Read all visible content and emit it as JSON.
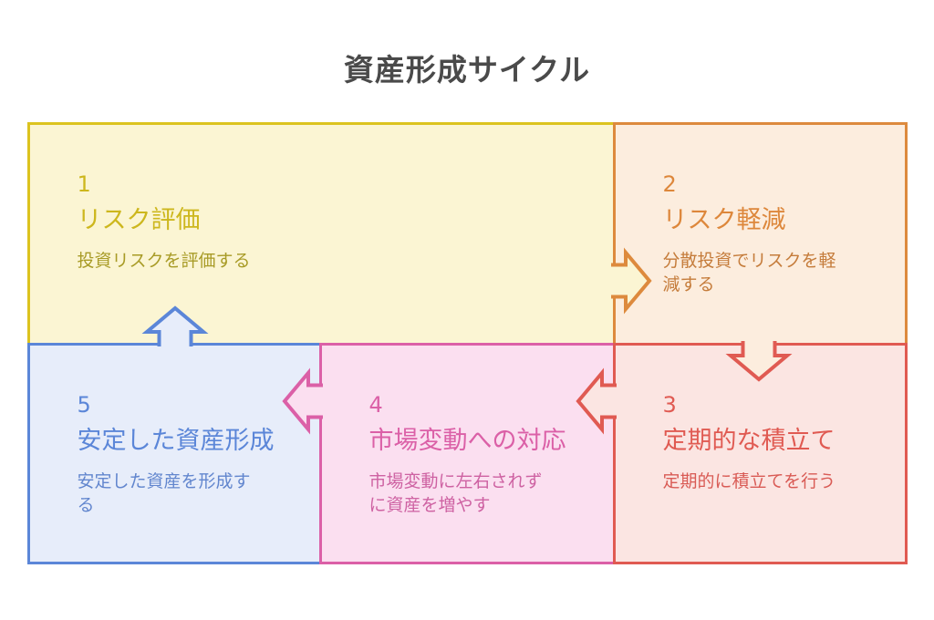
{
  "page": {
    "background_color": "#FFFFFF"
  },
  "title": {
    "text": "資産形成サイクル",
    "color": "#4A4A4A"
  },
  "blocks": [
    {
      "number": "1",
      "title": "リスク評価",
      "description": "投資リスクを評価する",
      "colors": {
        "bg": "#FBF5D3",
        "border": "#DCC31F",
        "number": "#CDB71D",
        "title": "#CDB71D",
        "description": "#A89B26"
      }
    },
    {
      "number": "2",
      "title": "リスク軽減",
      "description": "分散投資でリスクを軽減する",
      "colors": {
        "bg": "#FCEDDE",
        "border": "#DD8A3D",
        "number": "#DD873B",
        "title": "#DD873B",
        "description": "#C57C3B"
      }
    },
    {
      "number": "3",
      "title": "定期的な積立て",
      "description": "定期的に積立てを行う",
      "colors": {
        "bg": "#FBE5E2",
        "border": "#E05A52",
        "number": "#E05A52",
        "title": "#E05A52",
        "description": "#D95B55"
      }
    },
    {
      "number": "4",
      "title": "市場変動への対応",
      "description": "市場変動に左右されずに資産を増やす",
      "colors": {
        "bg": "#FBDFF0",
        "border": "#DB60A7",
        "number": "#DB60A7",
        "title": "#DB60A7",
        "description": "#CE62A2"
      }
    },
    {
      "number": "5",
      "title": "安定した資産形成",
      "description": "安定した資産を形成する",
      "colors": {
        "bg": "#E7EDFA",
        "border": "#5B86D8",
        "number": "#5B86D8",
        "title": "#5B86D8",
        "description": "#6286CE"
      }
    }
  ],
  "arrows": [
    {
      "from_step": "1",
      "to_step": "2",
      "direction": "right",
      "fill": "#FBF5D3",
      "stroke": "#DD8A3D"
    },
    {
      "from_step": "2",
      "to_step": "3",
      "direction": "down",
      "fill": "#FCEDDE",
      "stroke": "#E05A52"
    },
    {
      "from_step": "3",
      "to_step": "4",
      "direction": "left",
      "fill": "#FBE5E2",
      "stroke": "#E05A52"
    },
    {
      "from_step": "4",
      "to_step": "5",
      "direction": "left",
      "fill": "#FBDFF0",
      "stroke": "#DB60A7"
    },
    {
      "from_step": "5",
      "to_step": "1",
      "direction": "up",
      "fill": "#E7EDFA",
      "stroke": "#5B86D8"
    }
  ]
}
